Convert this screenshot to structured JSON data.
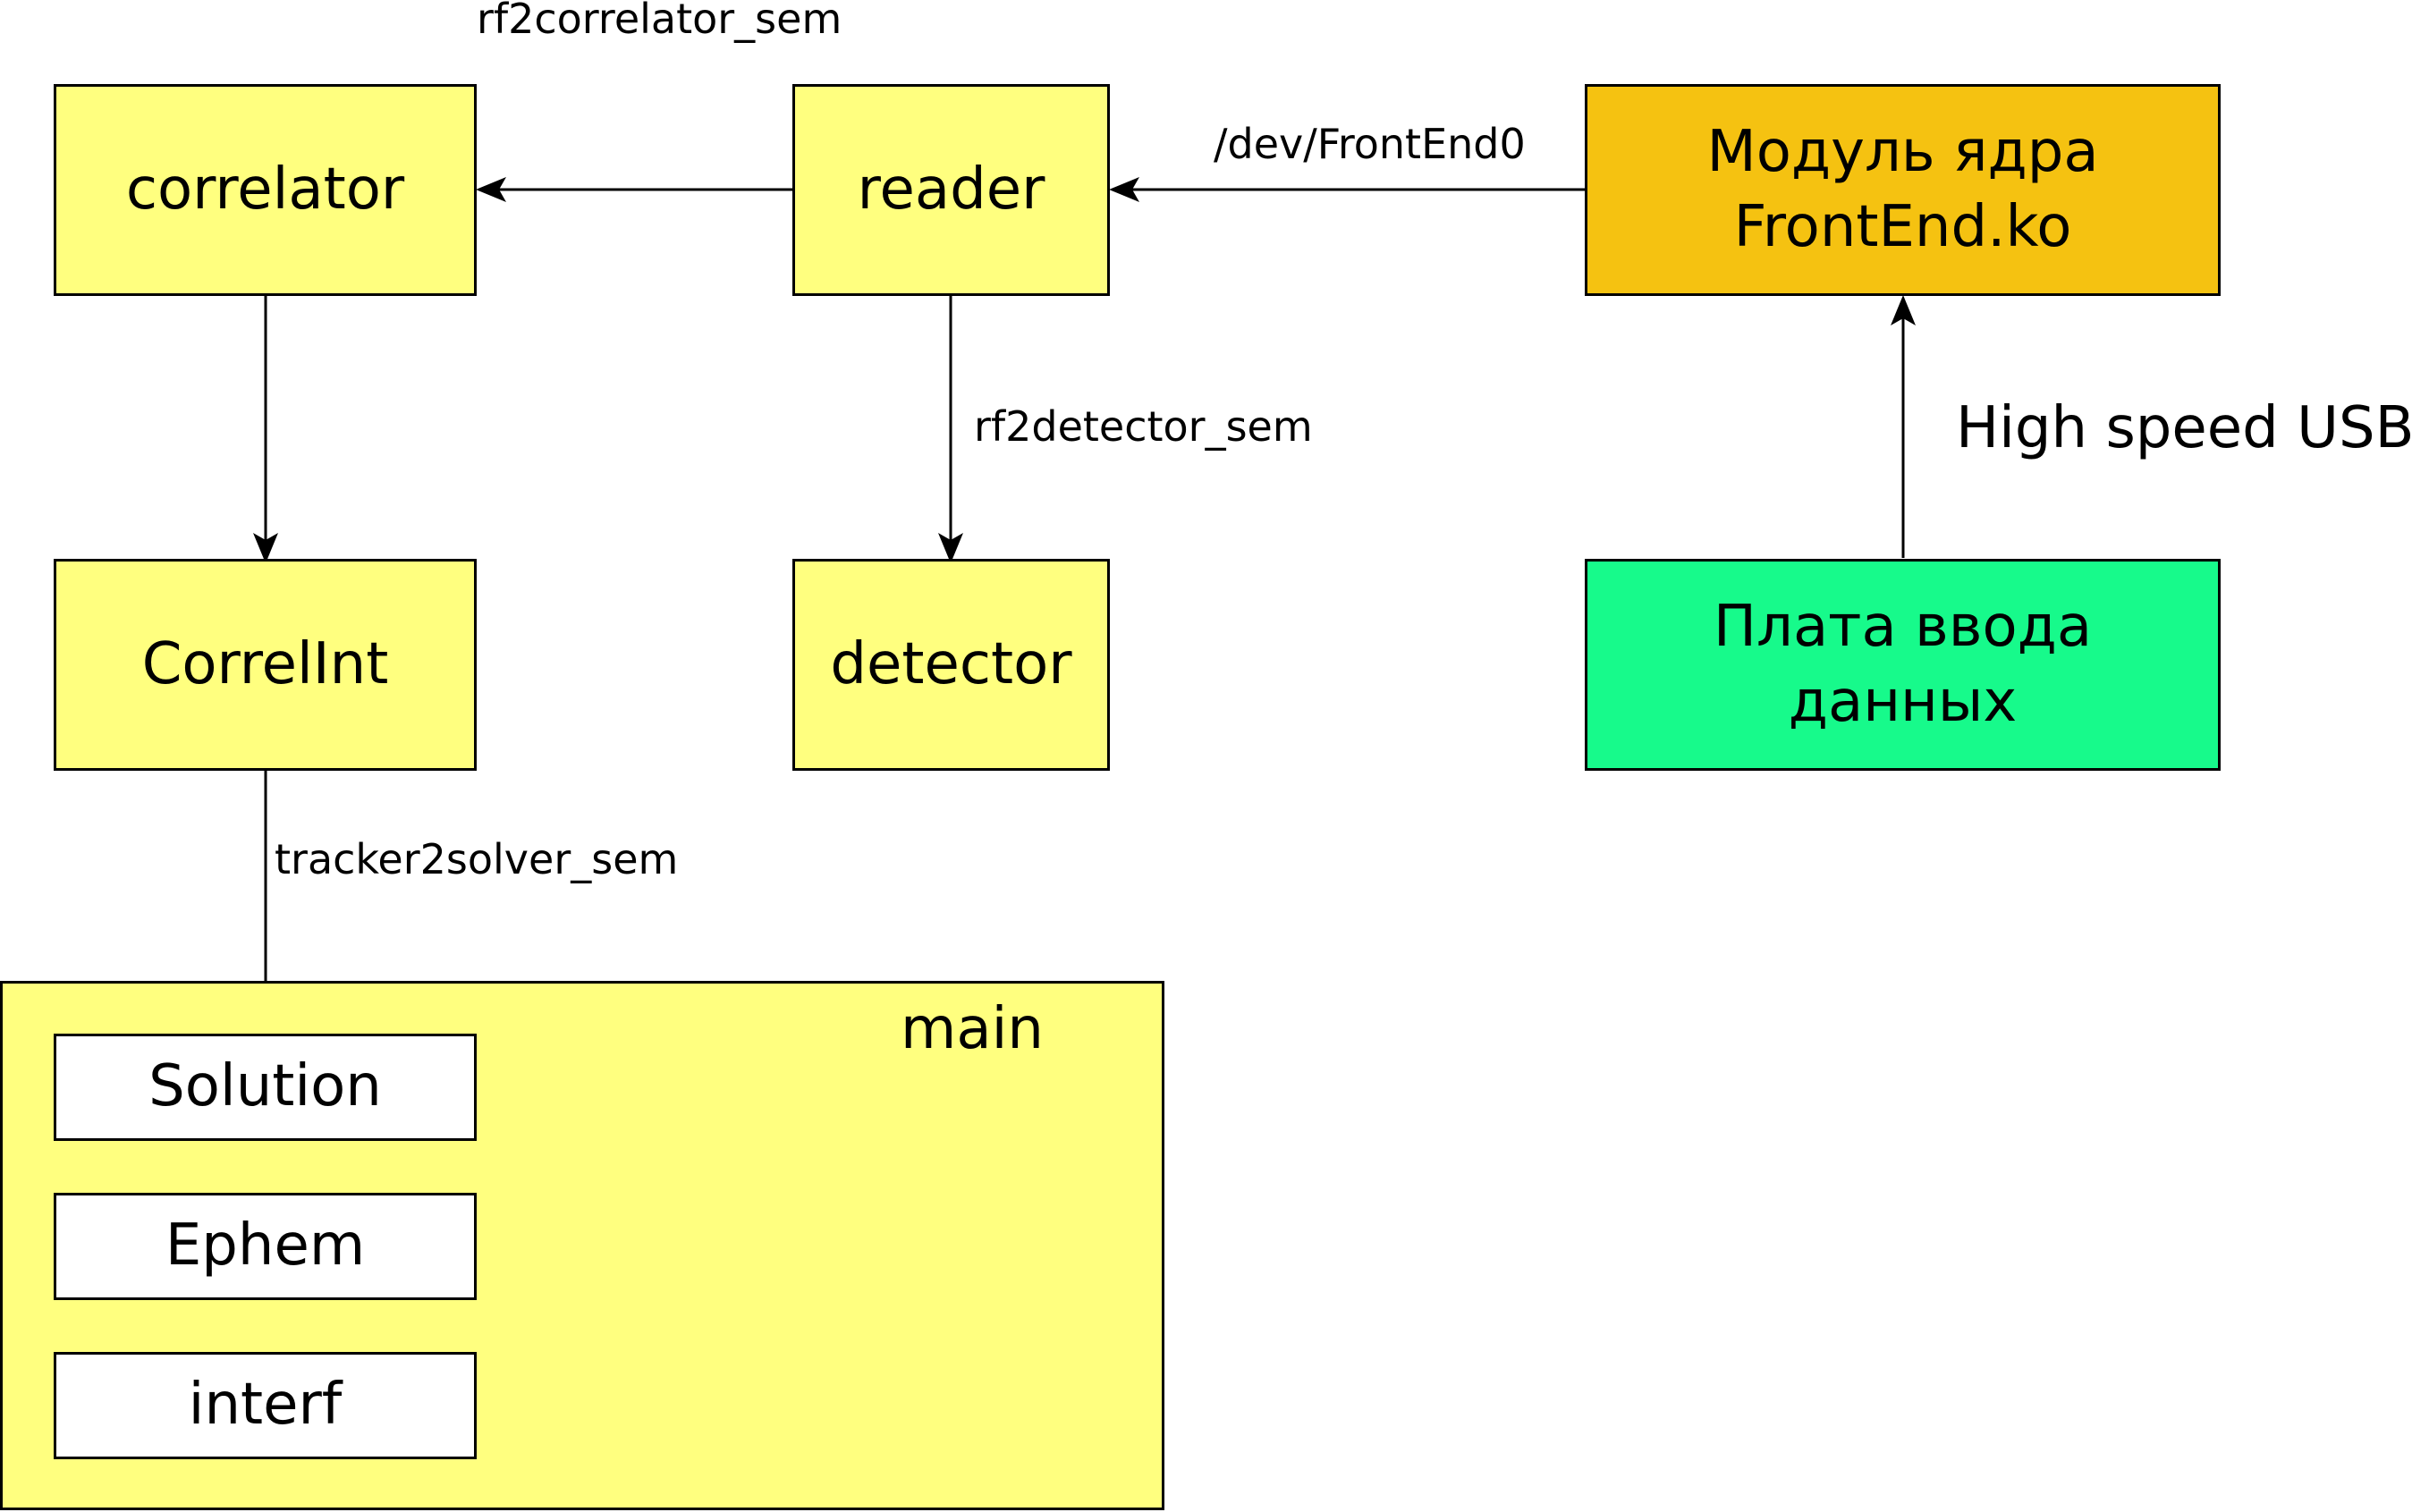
{
  "nodes": {
    "correlator": "correlator",
    "reader": "reader",
    "kernel_module": {
      "line1": "Модуль ядра",
      "line2": "FrontEnd.ko"
    },
    "correlint": "CorrelInt",
    "detector": "detector",
    "input_board": {
      "line1": "Плата ввода",
      "line2": "данных"
    },
    "main": {
      "title": "main",
      "items": [
        "Solution",
        "Ephem",
        "interf"
      ]
    }
  },
  "edges": {
    "reader_to_correlator": "rf2correlator_sem",
    "kernel_to_reader": "/dev/FrontEnd0",
    "reader_to_detector": "rf2detector_sem",
    "board_to_kernel": "High speed USB",
    "correlint_to_main": "tracker2solver_sem"
  },
  "colors": {
    "process_box": "#ffff7f",
    "kernel_box": "#f5c211",
    "board_box": "#17fa8b"
  }
}
